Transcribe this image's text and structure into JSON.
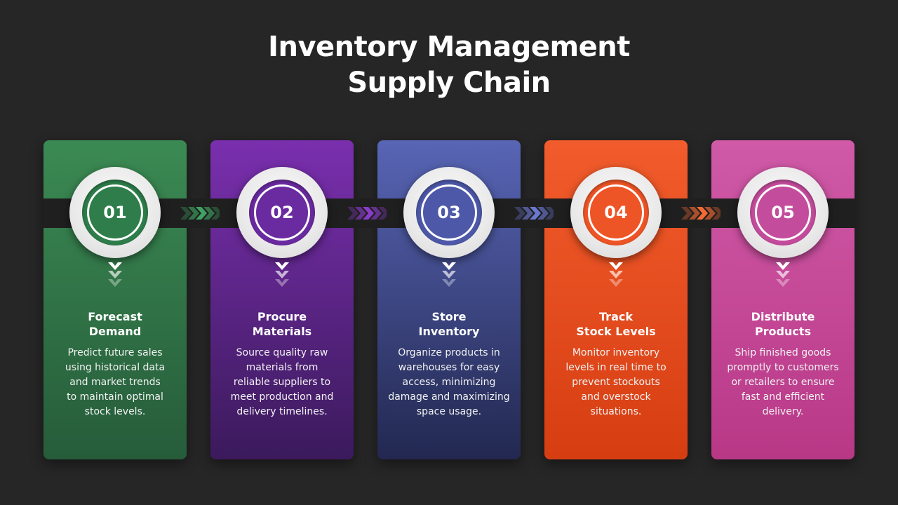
{
  "title": {
    "line1": "Inventory Management",
    "line2": "Supply Chain"
  },
  "steps": [
    {
      "number": "01",
      "title": [
        "Forecast",
        "Demand"
      ],
      "description": [
        "Predict future sales",
        "using historical data",
        "and market trends",
        "to maintain optimal",
        "stock levels."
      ],
      "color_top": "#3b8a53",
      "color_bottom": "#265c3a",
      "color": "#2e7d4a",
      "chevron": "#3fa262"
    },
    {
      "number": "02",
      "title": [
        "Procure",
        "Materials"
      ],
      "description": [
        "Source quality raw",
        "materials from",
        "reliable suppliers to",
        "meet production and",
        "delivery timelines."
      ],
      "color_top": "#7a2fae",
      "color_bottom": "#3b1a5c",
      "color": "#6a2aa0",
      "chevron": "#8a3cc8"
    },
    {
      "number": "03",
      "title": [
        "Store",
        "Inventory"
      ],
      "description": [
        "Organize products in",
        "warehouses for easy",
        "access, minimizing",
        "damage and maximizing",
        "space usage."
      ],
      "color_top": "#5865b5",
      "color_bottom": "#222850",
      "color": "#4d58a8",
      "chevron": "#6b78d0"
    },
    {
      "number": "04",
      "title": [
        "Track",
        "Stock Levels"
      ],
      "description": [
        "Monitor inventory",
        "levels in real time to",
        "prevent stockouts",
        "and overstock",
        "situations."
      ],
      "color_top": "#f25c2c",
      "color_bottom": "#d63e12",
      "color": "#ee5526",
      "chevron": "#f26a35"
    },
    {
      "number": "05",
      "title": [
        "Distribute",
        "Products"
      ],
      "description": [
        "Ship finished goods",
        "promptly to customers",
        "or retailers to ensure",
        "fast and efficient",
        "delivery."
      ],
      "color_top": "#d05aa8",
      "color_bottom": "#b83886",
      "color": "#c44c9c",
      "chevron": "#d564b0"
    }
  ]
}
